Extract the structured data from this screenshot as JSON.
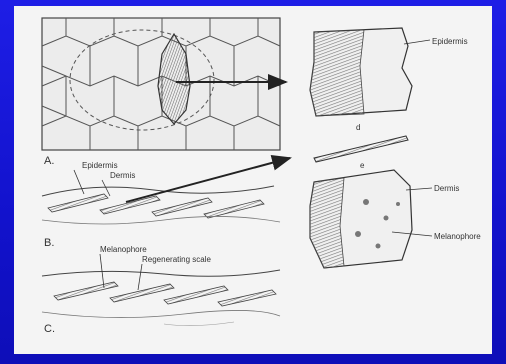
{
  "figure": {
    "panel_labels": {
      "a": "A.",
      "b": "B.",
      "c": "C."
    },
    "labels": {
      "epidermis_top": "Epidermis",
      "epidermis_b": "Epidermis",
      "dermis_b": "Dermis",
      "dermis_right": "Dermis",
      "melanophore_right": "Melanophore",
      "melanophore_c": "Melanophore",
      "regenerating_scale": "Regenerating scale",
      "small_e": "e",
      "small_d": "d"
    },
    "colors": {
      "background": "#1a1ad6",
      "panel": "#f4f4f4",
      "ink": "#333333",
      "hatch": "#7a7a7a"
    }
  }
}
